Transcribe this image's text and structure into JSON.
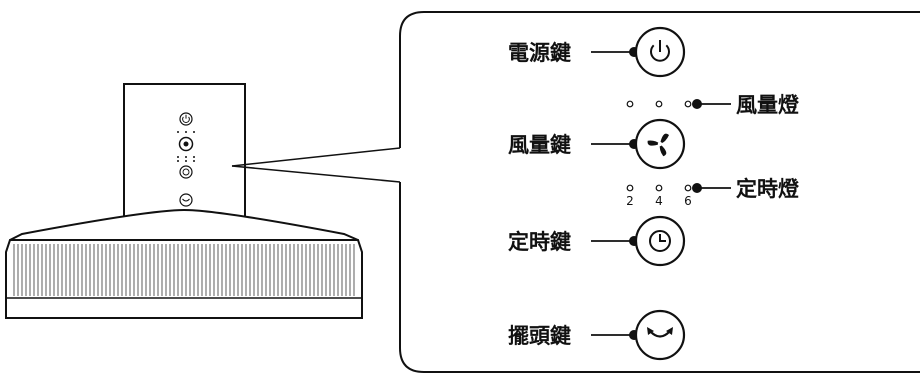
{
  "callouts": {
    "power_key": "電源鍵",
    "fan_speed_key": "風量鍵",
    "fan_speed_light": "風量燈",
    "timer_key": "定時鍵",
    "timer_light": "定時燈",
    "oscillation_key": "擺頭鍵"
  },
  "timer_hours": [
    "2",
    "4",
    "6"
  ],
  "icons": {
    "power": "power-icon",
    "fan": "fan-icon",
    "timer": "clock-icon",
    "oscillation": "oscillation-icon"
  }
}
